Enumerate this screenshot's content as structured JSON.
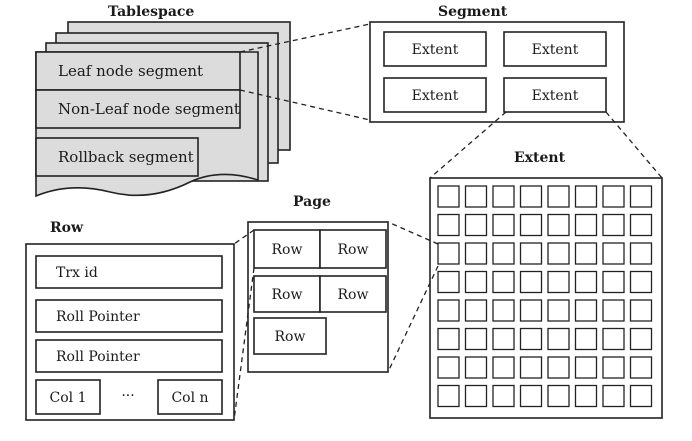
{
  "tablespace": {
    "title": "Tablespace",
    "segments": [
      "Leaf node segment",
      "Non-Leaf node segment",
      "Rollback segment"
    ]
  },
  "segment": {
    "title": "Segment",
    "extents": [
      "Extent",
      "Extent",
      "Extent",
      "Extent"
    ]
  },
  "extent": {
    "title": "Extent",
    "rows": 8,
    "cols": 8
  },
  "page": {
    "title": "Page",
    "rows": [
      "Row",
      "Row",
      "Row",
      "Row",
      "Row"
    ]
  },
  "row": {
    "title": "Row",
    "fields": [
      "Trx id",
      "Roll Pointer",
      "Roll Pointer"
    ],
    "col_first": "Col 1",
    "ellipsis": "···",
    "col_last": "Col n"
  }
}
